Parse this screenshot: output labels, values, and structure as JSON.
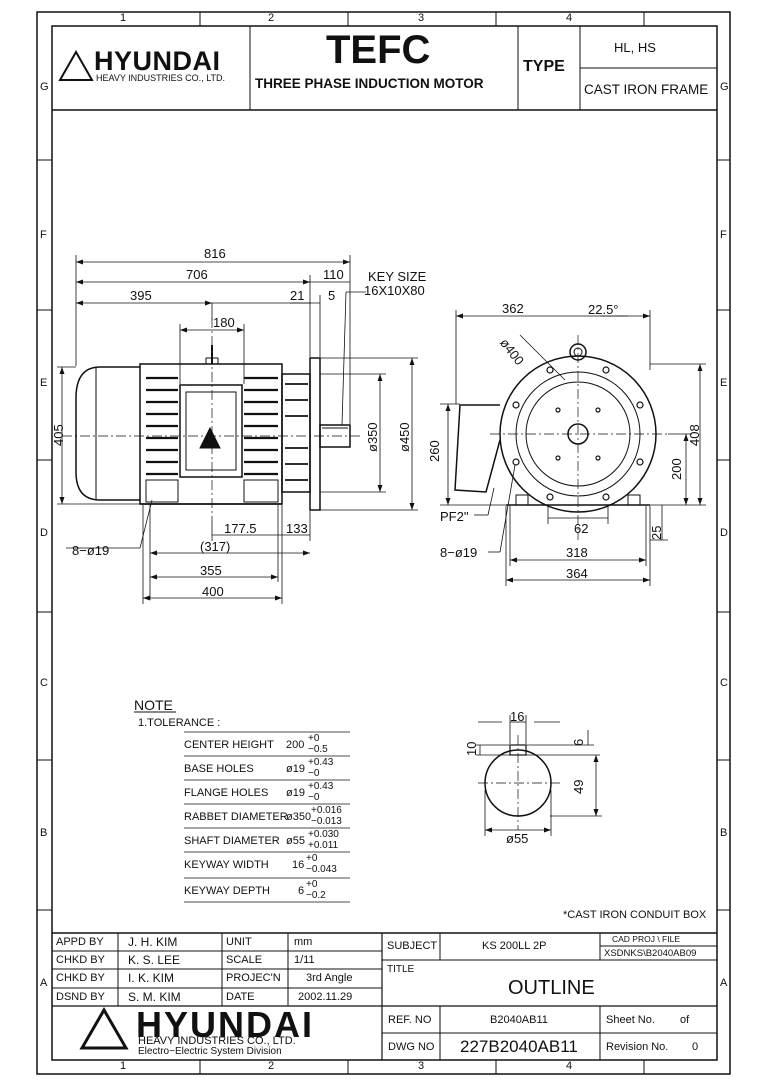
{
  "zones": {
    "cols": [
      "1",
      "2",
      "3",
      "4"
    ],
    "rows": [
      "G",
      "F",
      "E",
      "D",
      "C",
      "B",
      "A"
    ]
  },
  "header": {
    "company": "HYUNDAI",
    "company_sub": "HEAVY INDUSTRIES CO., LTD.",
    "title": "TEFC",
    "subtitle": "THREE PHASE INDUCTION MOTOR",
    "type_label": "TYPE",
    "type_value": "HL, HS",
    "frame": "CAST IRON FRAME"
  },
  "side_view": {
    "dims": {
      "d816": "816",
      "d706": "706",
      "d110": "110",
      "d395": "395",
      "d21": "21",
      "d5": "5",
      "d180": "180",
      "d405": "405",
      "d350": "ø350",
      "d450": "ø450",
      "d1775": "177.5",
      "d133": "133",
      "d317": "(317)",
      "d355": "355",
      "d400": "400",
      "holes": "8−ø19"
    },
    "key_size_label": "KEY SIZE",
    "key_size_value": "16X10X80"
  },
  "front_view": {
    "dims": {
      "d362": "362",
      "d225": "22.5°",
      "d400": "ø400",
      "d260": "260",
      "d408": "408",
      "d200": "200",
      "pf": "PF2\"",
      "d62": "62",
      "d25": "25",
      "d318": "318",
      "d364": "364",
      "holes": "8−ø19"
    }
  },
  "shaft_view": {
    "dims": {
      "d16": "16",
      "d10": "10",
      "d6": "6",
      "d49": "49",
      "d55": "ø55"
    }
  },
  "note": {
    "title": "NOTE",
    "tolerance_label": "1.TOLERANCE :",
    "rows": [
      {
        "label": "CENTER HEIGHT",
        "value": "200",
        "upper": "+0",
        "lower": "−0.5"
      },
      {
        "label": "BASE HOLES",
        "value": "ø19",
        "upper": "+0.43",
        "lower": "−0"
      },
      {
        "label": "FLANGE HOLES",
        "value": "ø19",
        "upper": "+0.43",
        "lower": "−0"
      },
      {
        "label": "RABBET DIAMETER",
        "value": "ø350",
        "upper": "+0.016",
        "lower": "−0.013"
      },
      {
        "label": "SHAFT DIAMETER",
        "value": "ø55",
        "upper": "+0.030",
        "lower": "+0.011"
      },
      {
        "label": "KEYWAY WIDTH",
        "value": "16",
        "upper": "+0",
        "lower": "−0.043"
      },
      {
        "label": "KEYWAY DEPTH",
        "value": "6",
        "upper": "+0",
        "lower": "−0.2"
      }
    ]
  },
  "conduit_note": "*CAST IRON CONDUIT BOX",
  "title_block": {
    "appd_label": "APPD BY",
    "appd_value": "J. H. KIM",
    "chkd1_label": "CHKD BY",
    "chkd1_value": "K. S. LEE",
    "chkd2_label": "CHKD BY",
    "chkd2_value": "I. K. KIM",
    "dsnd_label": "DSND BY",
    "dsnd_value": "S. M. KIM",
    "unit_label": "UNIT",
    "unit_value": "mm",
    "scale_label": "SCALE",
    "scale_value": "1/11",
    "proj_label": "PROJEC'N",
    "proj_value": "3rd Angle",
    "date_label": "DATE",
    "date_value": "2002.11.29",
    "subject_label": "SUBJECT",
    "subject_value": "KS 200LL 2P",
    "cad_label": "CAD PROJ    \\ FILE",
    "cad_value": "XSDNKS\\B2040AB09",
    "title_label": "TITLE",
    "title_value": "OUTLINE",
    "ref_label": "REF. NO",
    "ref_value": "B2040AB11",
    "sheet_label": "Sheet No.",
    "sheet_of": "of",
    "dwg_label": "DWG NO",
    "dwg_value": "227B2040AB11",
    "rev_label": "Revision No.",
    "rev_value": "0",
    "company": "HYUNDAI",
    "company_sub1": "HEAVY INDUSTRIES CO., LTD.",
    "company_sub2": "Electro−Electric System Division"
  }
}
